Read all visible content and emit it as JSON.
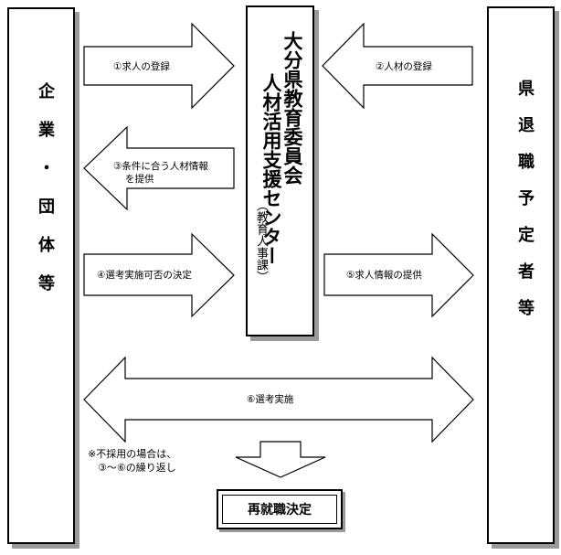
{
  "left_entity": "企業・団体等",
  "right_entity": "県退職予定者等",
  "center": {
    "title_line1": "大分県教育委員会",
    "title_line2": "人材活用支援センター",
    "subtitle": "（教育人事課）"
  },
  "arrows": {
    "a1": "①求人の登録",
    "a2": "②人材の登録",
    "a3_line1": "③条件に合う人材情報",
    "a3_line2": "を提供",
    "a4": "④選考実施可否の決定",
    "a5": "⑤求人情報の提供",
    "a6": "⑥選考実施"
  },
  "note": "※不採用の場合は、\n　③～⑥の繰り返し",
  "result": "再就職決定"
}
